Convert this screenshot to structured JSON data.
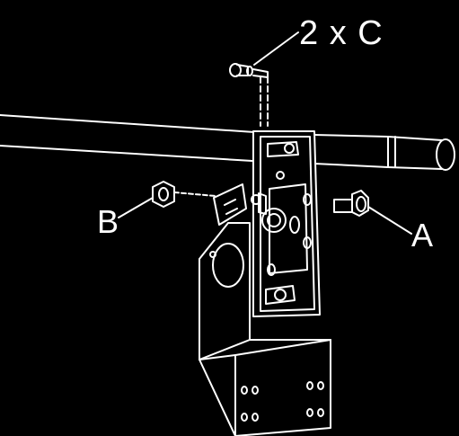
{
  "diagram": {
    "callouts": {
      "c": "2 x C",
      "b": "B",
      "a": "A"
    },
    "colors": {
      "background": "#000000",
      "line": "#ffffff"
    }
  }
}
